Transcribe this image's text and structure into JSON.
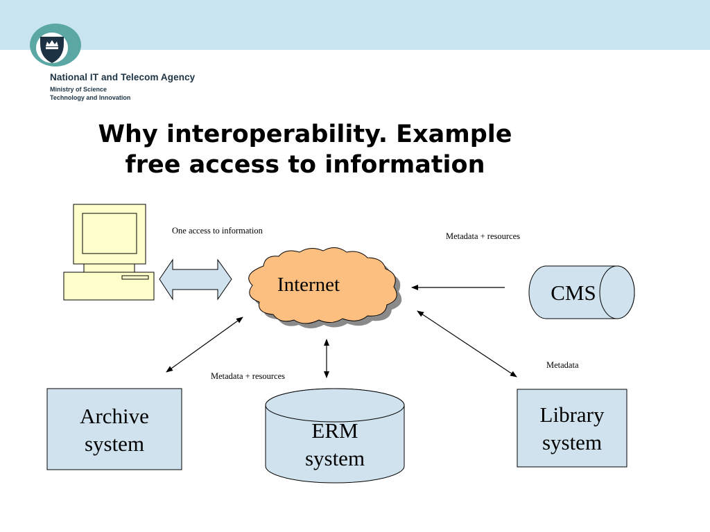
{
  "header": {
    "agency_name": "National IT and Telecom Agency",
    "ministry_line1": "Ministry of Science",
    "ministry_line2": "Technology and Innovation"
  },
  "slide": {
    "title_line1": "Why interoperability. Example",
    "title_line2": "free access to information"
  },
  "diagram": {
    "internet_label": "Internet",
    "cms_label": "CMS",
    "archive_line1": "Archive",
    "archive_line2": "system",
    "erm_line1": "ERM",
    "erm_line2": "system",
    "library_line1": "Library",
    "library_line2": "system",
    "label_one_access": "One access to information",
    "label_cms_metadata": "Metadata + resources",
    "label_erm_metadata": "Metadata + resources",
    "label_library_metadata": "Metadata"
  },
  "colors": {
    "band": "#c9e6f0",
    "cloud": "#fdbf80",
    "box_fill": "#cfe2ee",
    "computer": "#ffffcc"
  }
}
